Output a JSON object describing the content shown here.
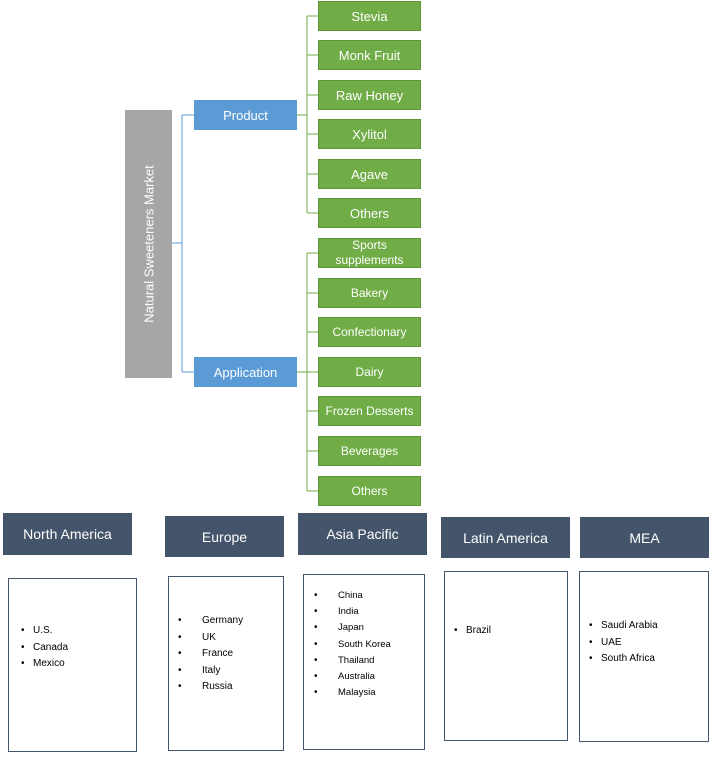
{
  "tree": {
    "root_label": "Natural Sweeteners Market",
    "branches": [
      {
        "label": "Product",
        "leaves": [
          "Stevia",
          "Monk Fruit",
          "Raw Honey",
          "Xylitol",
          "Agave",
          "Others"
        ]
      },
      {
        "label": "Application",
        "leaves": [
          "Sports supplements",
          "Bakery",
          "Confectionary",
          "Dairy",
          "Frozen Desserts",
          "Beverages",
          "Others"
        ]
      }
    ]
  },
  "regions": [
    {
      "name": "North America",
      "countries": [
        "U.S.",
        "Canada",
        "Mexico"
      ]
    },
    {
      "name": "Europe",
      "countries": [
        "Germany",
        "UK",
        "France",
        "Italy",
        "Russia"
      ]
    },
    {
      "name": "Asia Pacific",
      "countries": [
        "China",
        "India",
        "Japan",
        "South Korea",
        "Thailand",
        "Australia",
        "Malaysia"
      ]
    },
    {
      "name": "Latin America",
      "countries": [
        "Brazil"
      ]
    },
    {
      "name": "MEA",
      "countries": [
        "Saudi Arabia",
        "UAE",
        "South Africa"
      ]
    }
  ],
  "colors": {
    "root": "#a6a6a6",
    "branch": "#5b9bd5",
    "leaf": "#70ad47",
    "region_header": "#44546a",
    "connector_blue": "#5b9bd5",
    "connector_green": "#70ad47"
  }
}
